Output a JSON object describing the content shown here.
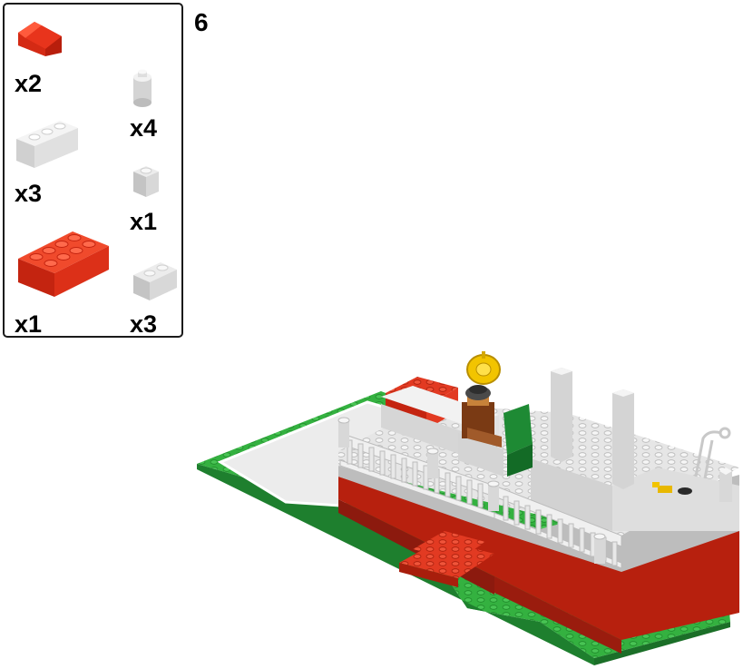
{
  "step": {
    "number": "6"
  },
  "parts": [
    {
      "name": "red-slope-brick",
      "color": "#e8341c",
      "quantity": "x2"
    },
    {
      "name": "white-round-brick",
      "color": "#e6e6e6",
      "quantity": "x4"
    },
    {
      "name": "white-1x3-brick",
      "color": "#e6e6e6",
      "quantity": "x3"
    },
    {
      "name": "white-1x1-brick",
      "color": "#d8d8d8",
      "quantity": "x1"
    },
    {
      "name": "red-2x4-brick",
      "color": "#e8341c",
      "quantity": "x1"
    },
    {
      "name": "white-1x2-brick",
      "color": "#d8d8d8",
      "quantity": "x3"
    }
  ],
  "colors": {
    "baseplate_green": "#2fa83a",
    "red": "#d9301c",
    "white_brick": "#e4e4e4",
    "dark_red": "#8c1a0e",
    "gold": "#f2c400",
    "dark_green": "#1e7f2e"
  }
}
